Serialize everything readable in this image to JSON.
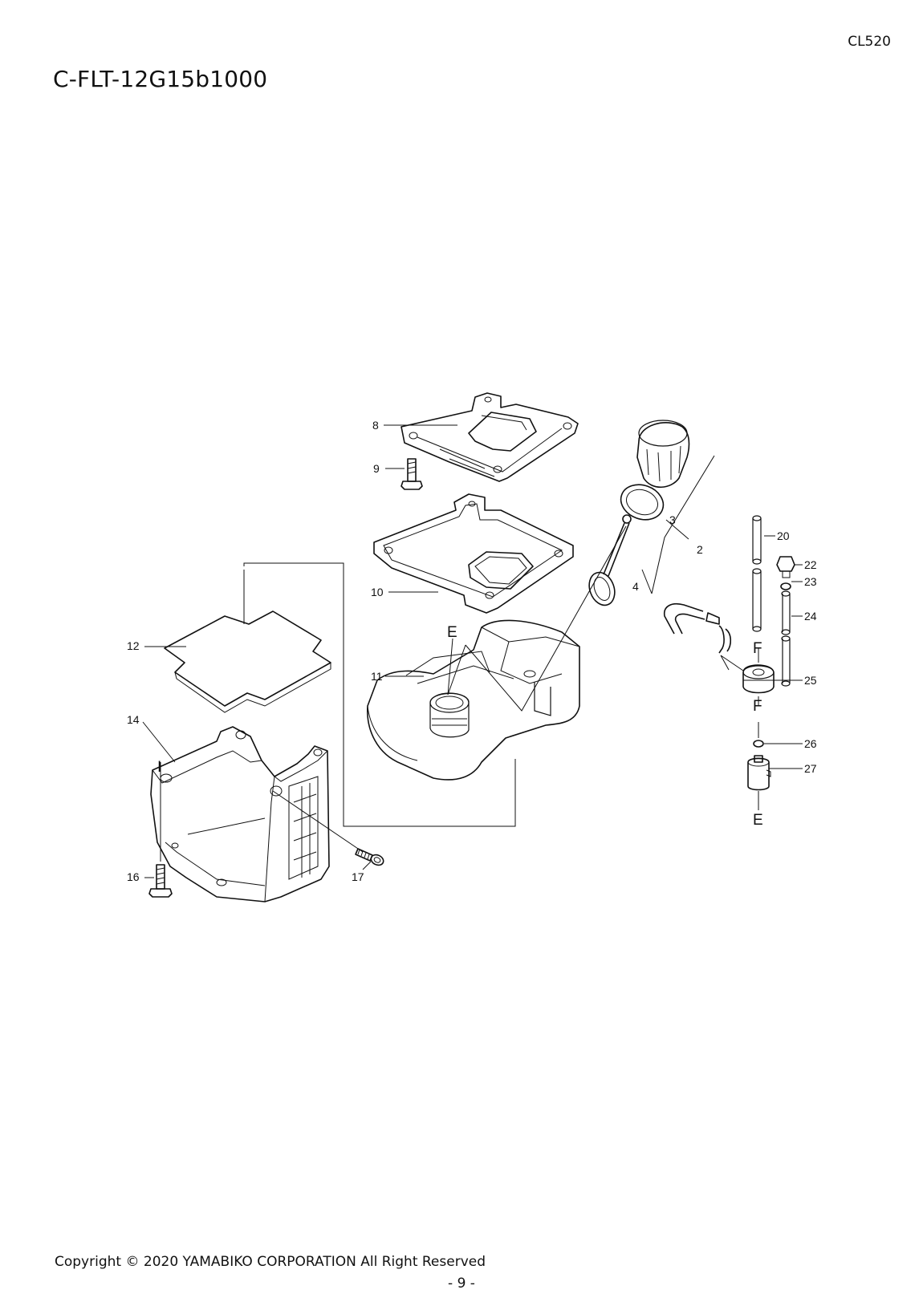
{
  "header": {
    "model": "CL520",
    "title": "C-FLT-12G15b1000"
  },
  "diagram": {
    "callouts": [
      "2",
      "3",
      "4",
      "8",
      "9",
      "10",
      "11",
      "12",
      "14",
      "16",
      "17",
      "20",
      "22",
      "23",
      "24",
      "25",
      "26",
      "27"
    ],
    "letters": [
      "E",
      "E",
      "F",
      "F",
      "I"
    ]
  },
  "footer": {
    "copyright": "Copyright © 2020 YAMABIKO CORPORATION All Right Reserved",
    "page": "- 9 -"
  }
}
